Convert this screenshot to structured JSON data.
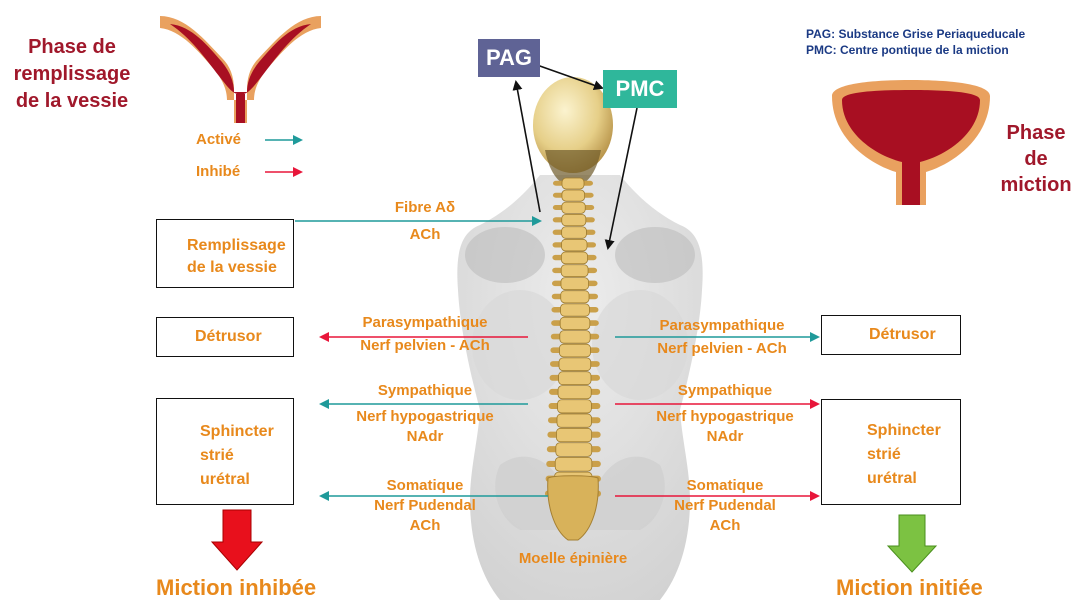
{
  "left_title": [
    "Phase de",
    "remplissage",
    "de la vessie"
  ],
  "right_title": [
    "Phase",
    "de",
    "miction"
  ],
  "legend": {
    "active_label": "Activé",
    "inhibited_label": "Inhibé",
    "active_color": "#1f9a9a",
    "inhibited_color": "#e8163a"
  },
  "abbreviations": [
    "PAG: Substance Grise Periaqueducale",
    "PMC: Centre pontique de la miction"
  ],
  "brain_boxes": {
    "pag": "PAG",
    "pmc": "PMC",
    "pag_color": "#5f6395",
    "pmc_color": "#2fb79b"
  },
  "fibre": [
    "Fibre Aδ",
    "ACh"
  ],
  "left_boxes": {
    "filling": [
      "Remplissage",
      "de la vessie"
    ],
    "detrusor": "Détrusor",
    "sphincter": [
      "Sphincter",
      "strié",
      "urétral"
    ]
  },
  "right_boxes": {
    "detrusor": "Détrusor",
    "sphincter": [
      "Sphincter",
      "strié",
      "urétral"
    ]
  },
  "nerves": {
    "parasympathetic": [
      "Parasympathique",
      "Nerf pelvien - ACh"
    ],
    "sympathetic": [
      "Sympathique",
      "Nerf hypogastrique",
      "NAdr"
    ],
    "somatic": [
      "Somatique",
      "Nerf Pudendal",
      "ACh"
    ]
  },
  "spinal_cord_label": "Moelle épinière",
  "outcomes": {
    "left": "Miction inhibée",
    "right": "Miction initiée",
    "left_arrow_color": "#e8101c",
    "right_arrow_color": "#7cc242"
  }
}
